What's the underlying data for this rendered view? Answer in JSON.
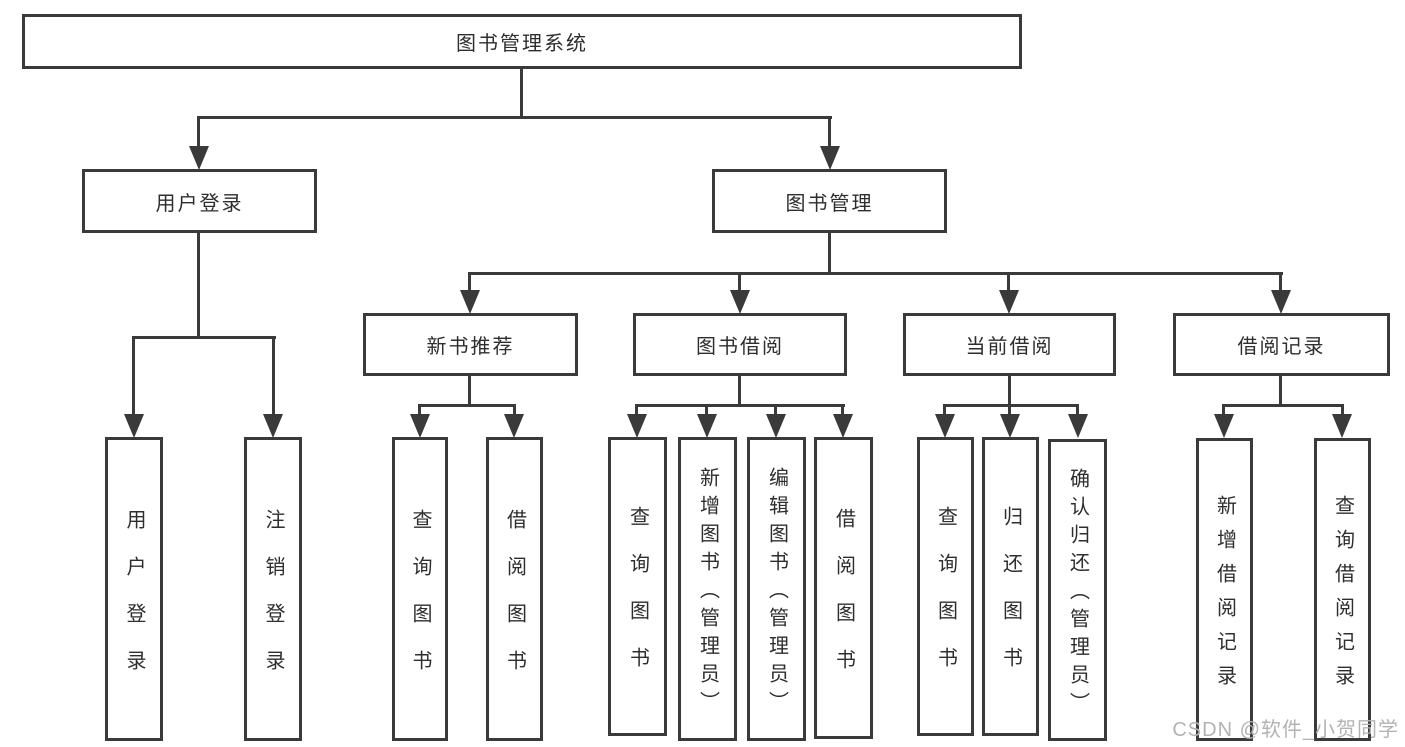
{
  "diagram": {
    "root": "图书管理系统",
    "level2": {
      "user_login": "用户登录",
      "book_mgmt": "图书管理"
    },
    "level3": {
      "new_book": "新书推荐",
      "book_borrow": "图书借阅",
      "current_borrow": "当前借阅",
      "borrow_record": "借阅记录"
    },
    "leaves": {
      "user_login_1": "用户登录",
      "user_login_2": "注销登录",
      "new_book_1": "查询图书",
      "new_book_2": "借阅图书",
      "book_borrow_1": "查询图书",
      "book_borrow_2": "新增图书（管理员）",
      "book_borrow_3": "编辑图书（管理员）",
      "book_borrow_4": "借阅图书",
      "current_borrow_1": "查询图书",
      "current_borrow_2": "归还图书",
      "current_borrow_3": "确认归还（管理员）",
      "borrow_record_1": "新增借阅记录",
      "borrow_record_2": "查询借阅记录"
    }
  },
  "watermark": "CSDN @软件_小贺同学",
  "colors": {
    "line": "#3a3a3a",
    "text": "#2e2e2e",
    "watermark": "#b3b3b3",
    "background": "#ffffff"
  }
}
